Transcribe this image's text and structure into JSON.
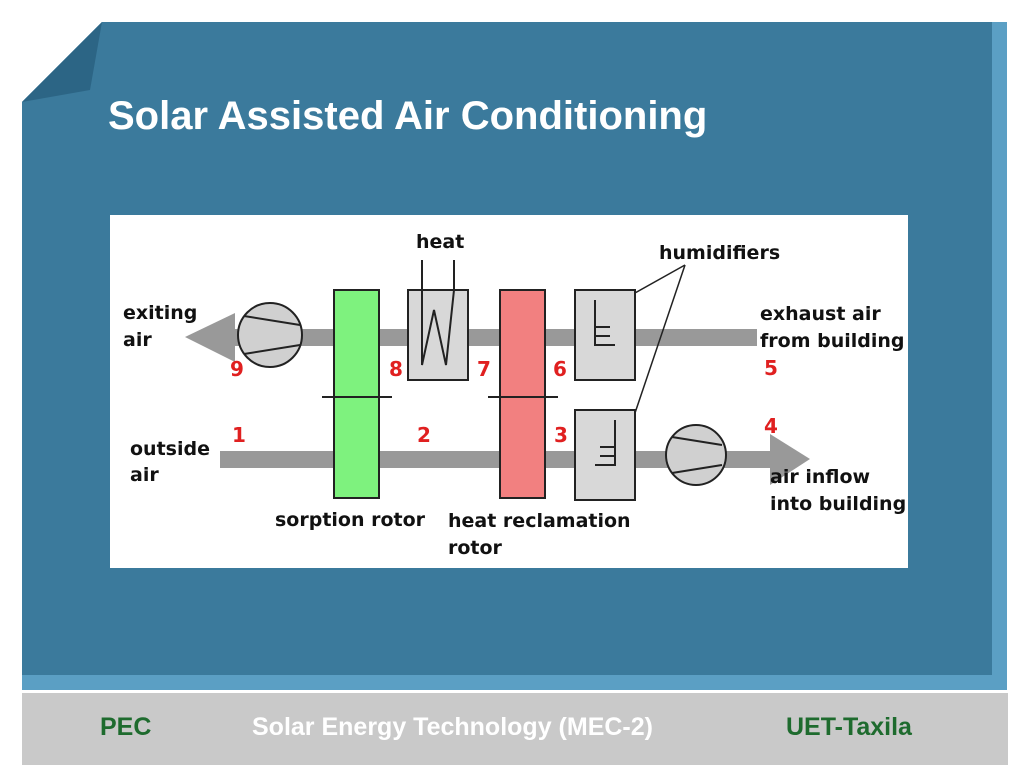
{
  "slide": {
    "title": "Solar Assisted Air Conditioning",
    "colors": {
      "background": "#3b7a9c",
      "edge": "#5b9fc4",
      "footer": "#c9c9c9",
      "footer_accent": "#1e6b2e"
    }
  },
  "footer": {
    "left": "PEC",
    "center": "Solar Energy Technology (MEC-2)",
    "right": "UET-Taxila"
  },
  "diagram": {
    "labels": {
      "heat": "heat",
      "humidifiers": "humidifiers",
      "exiting_air": [
        "exiting",
        "air"
      ],
      "exhaust_air": [
        "exhaust air",
        "from building"
      ],
      "outside_air": [
        "outside",
        "air"
      ],
      "air_inflow": [
        "air inflow",
        "into building"
      ],
      "sorption_rotor": "sorption rotor",
      "heat_reclamation_rotor": [
        "heat reclamation",
        "rotor"
      ]
    },
    "points": [
      "1",
      "2",
      "3",
      "4",
      "5",
      "6",
      "7",
      "8",
      "9"
    ],
    "colors": {
      "duct": "#999999",
      "sorption_rotor": "#7ef27e",
      "heat_rotor": "#f28080",
      "box": "#d8d8d8",
      "numbers": "#e02020"
    }
  }
}
